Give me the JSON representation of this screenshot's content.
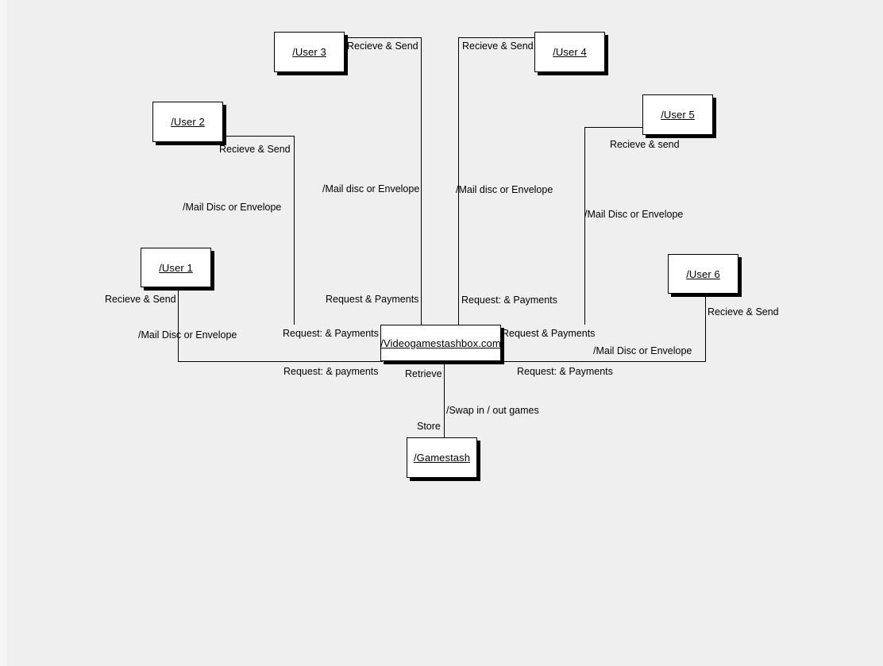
{
  "diagram": {
    "title": "Videogamestashbox data flow diagram",
    "background_color": "#efefef",
    "node_fill_color": "#ffffff",
    "line_color": "#000000",
    "nodes": [
      {
        "id": "user1",
        "label": "/User 1"
      },
      {
        "id": "user2",
        "label": "/User 2"
      },
      {
        "id": "user3",
        "label": "/User 3"
      },
      {
        "id": "user4",
        "label": "/User 4"
      },
      {
        "id": "user5",
        "label": "/User 5"
      },
      {
        "id": "user6",
        "label": "/User 6"
      },
      {
        "id": "hub",
        "label": "/Videogamestashbox.com"
      },
      {
        "id": "gamestash",
        "label": "/Gamestash"
      }
    ],
    "edge_labels": [
      {
        "id": "u3-recieve-send",
        "text": "Recieve & Send"
      },
      {
        "id": "u4-recieve-send",
        "text": "Recieve & Send"
      },
      {
        "id": "u2-recieve-send",
        "text": "Recieve & Send"
      },
      {
        "id": "u5-recieve-send",
        "text": "Recieve & send"
      },
      {
        "id": "u1-recieve-send",
        "text": "Recieve & Send"
      },
      {
        "id": "u6-recieve-send",
        "text": "Recieve & Send"
      },
      {
        "id": "u3-mail",
        "text": "/Mail disc or Envelope"
      },
      {
        "id": "u4-mail",
        "text": "/Mail disc or Envelope"
      },
      {
        "id": "u2-mail",
        "text": "/Mail Disc or Envelope"
      },
      {
        "id": "u5-mail",
        "text": "/Mail Disc or Envelope"
      },
      {
        "id": "u1-mail",
        "text": "/Mail Disc or Envelope"
      },
      {
        "id": "u6-mail",
        "text": "/Mail Disc or Envelope"
      },
      {
        "id": "u3-request",
        "text": "Request & Payments"
      },
      {
        "id": "u4-request",
        "text": "Request: & Payments"
      },
      {
        "id": "u2-request",
        "text": "Request: & Payments"
      },
      {
        "id": "u5-request",
        "text": "Request & Payments"
      },
      {
        "id": "u1-request",
        "text": "Request: & payments"
      },
      {
        "id": "u6-request",
        "text": "Request: & Payments"
      },
      {
        "id": "hub-retrieve",
        "text": "Retrieve"
      },
      {
        "id": "hub-store",
        "text": "Store"
      },
      {
        "id": "hub-swap",
        "text": "/Swap in / out games"
      }
    ]
  }
}
